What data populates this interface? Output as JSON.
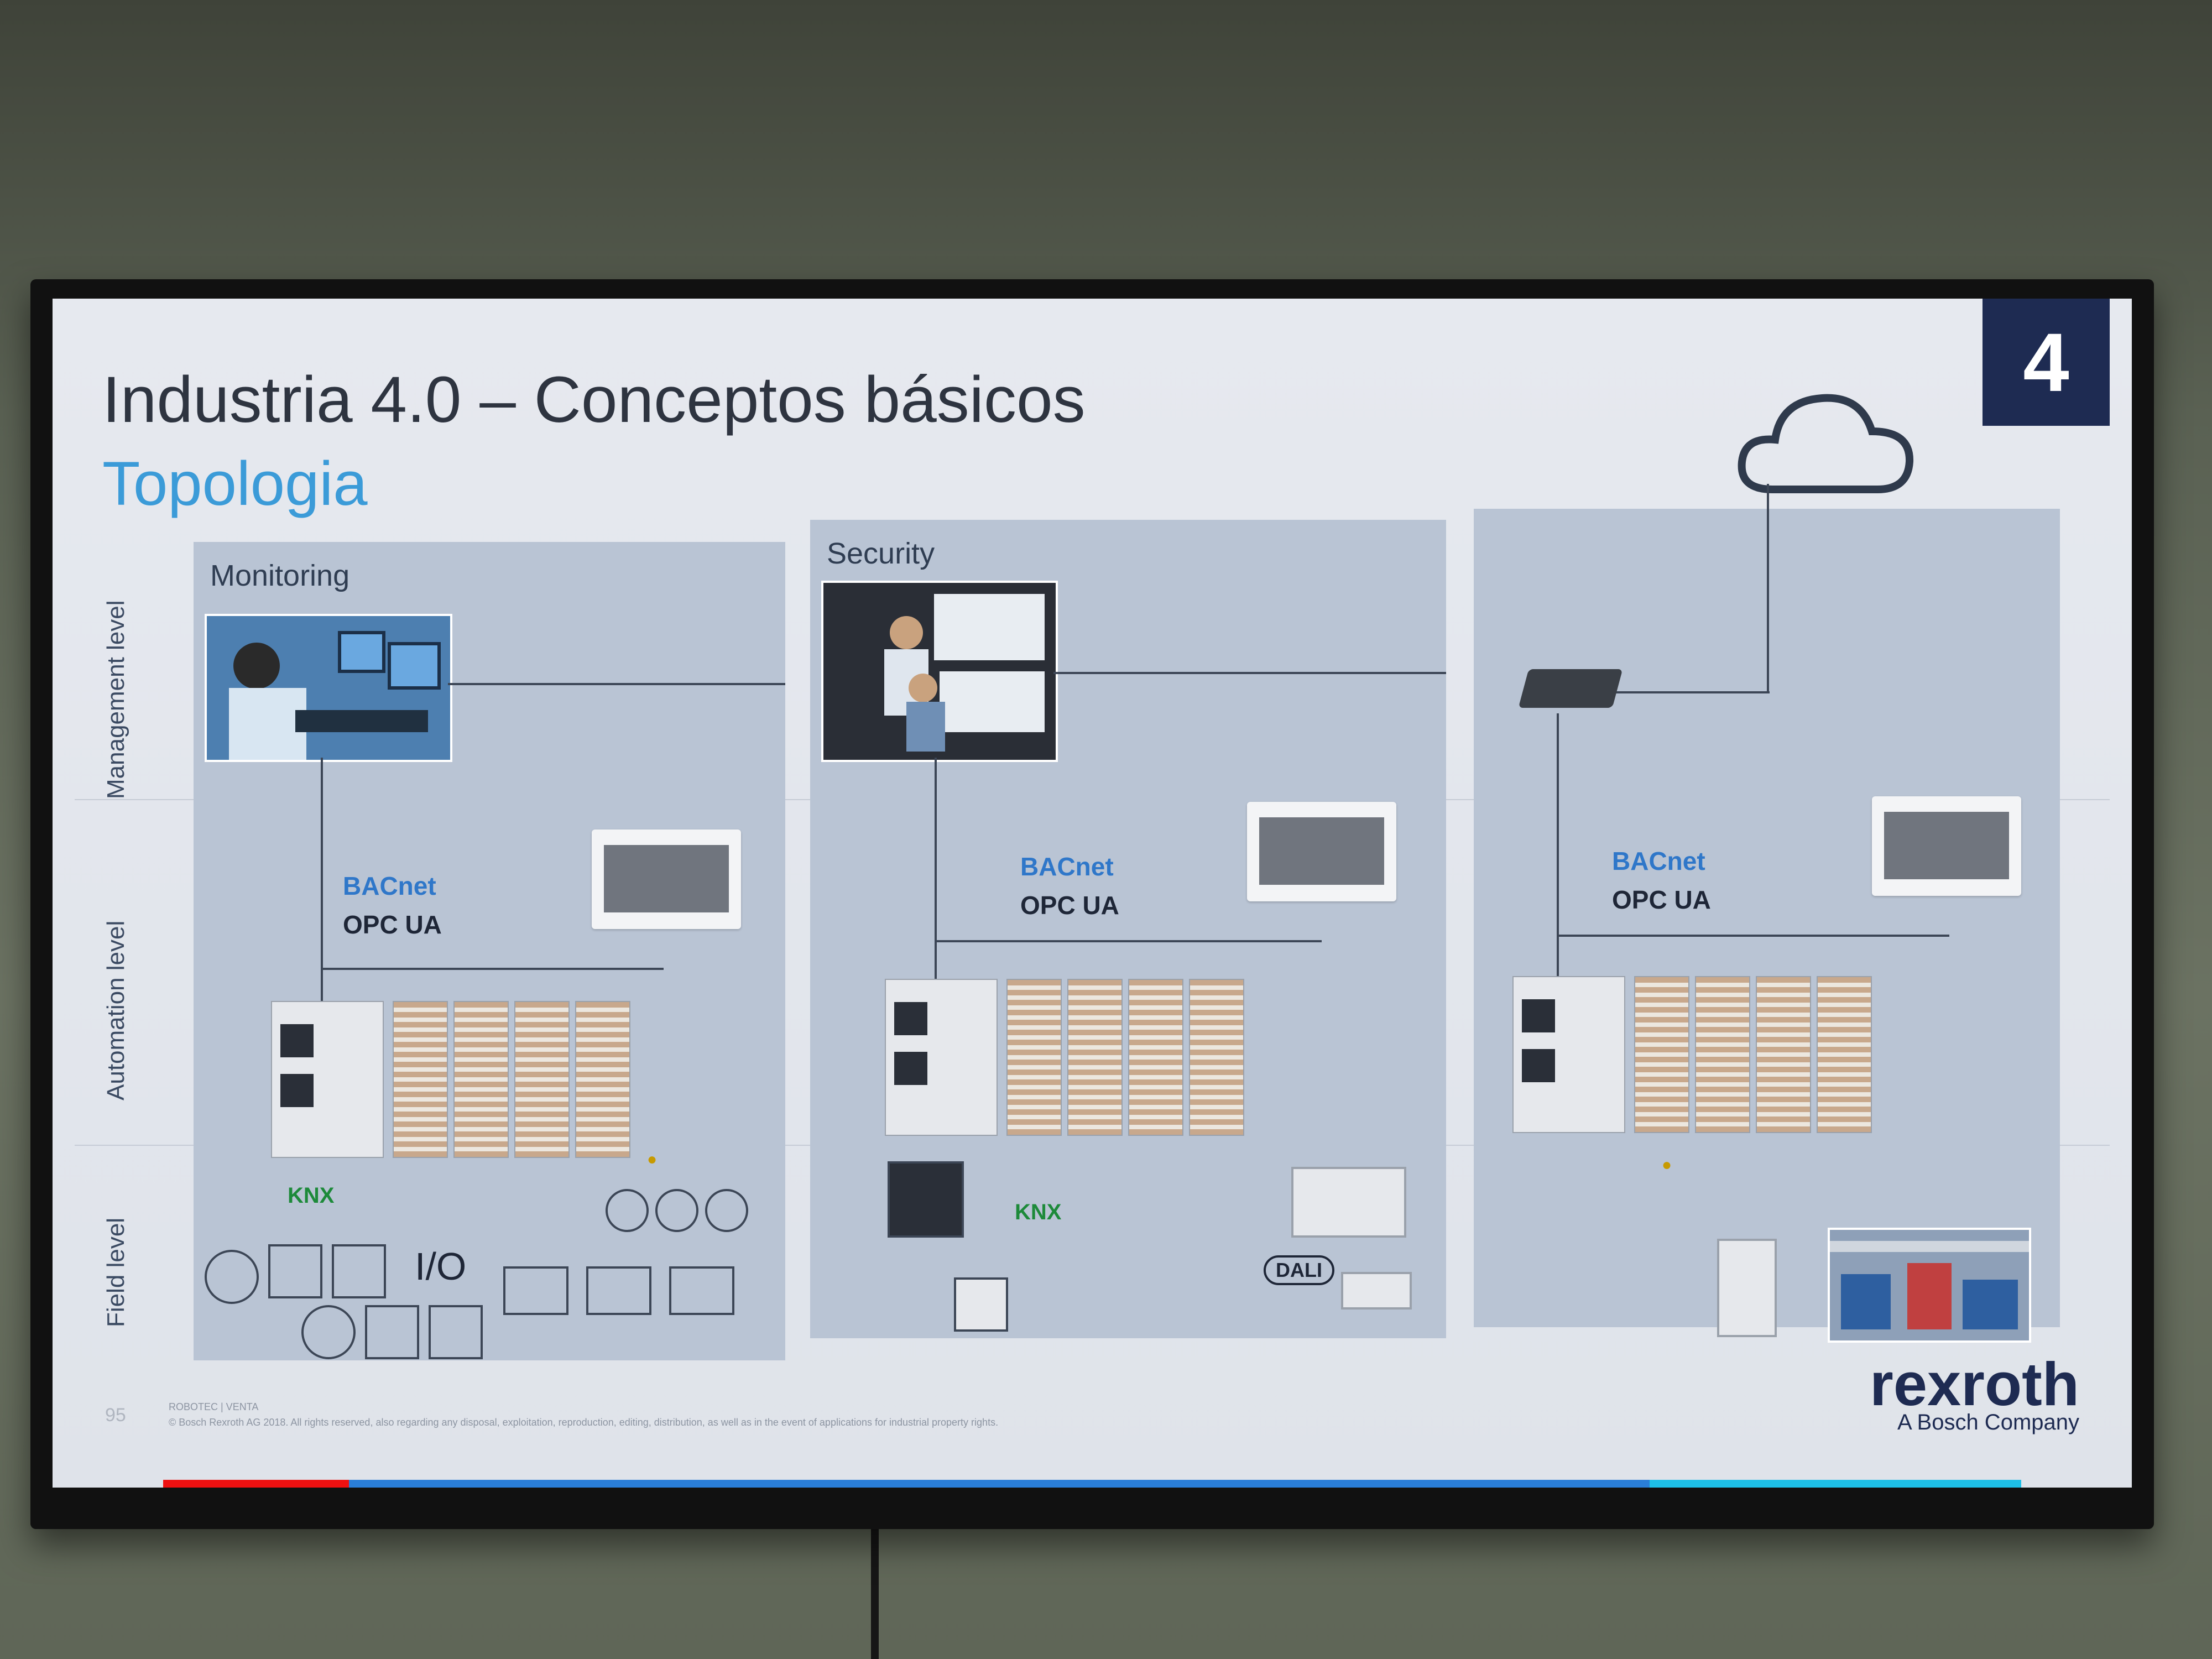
{
  "slide": {
    "title": "Industria 4.0 – Conceptos básicos",
    "subtitle": "Topologia",
    "page_number": "4"
  },
  "levels": [
    "Management level",
    "Automation level",
    "Field level"
  ],
  "panels": [
    {
      "title": "Monitoring"
    },
    {
      "title": "Security"
    },
    {
      "title": ""
    }
  ],
  "protocols": {
    "bacnet": "BACnet",
    "opcua": "OPC UA",
    "knx": "KNX",
    "io": "I/O",
    "dali": "DALI"
  },
  "footer": {
    "page": "95",
    "company": "ROBOTEC | VENTA",
    "legal": "© Bosch Rexroth AG 2018. All rights reserved, also regarding any disposal, exploitation, reproduction, editing, distribution, as well as in the event of applications for industrial property rights."
  },
  "brand": {
    "name": "rexroth",
    "tagline": "A Bosch Company"
  },
  "colors": {
    "title": "#2e3440",
    "subtitle": "#3b9bd8",
    "badge": "#1e2b52",
    "panel": "#b9c4d4"
  }
}
